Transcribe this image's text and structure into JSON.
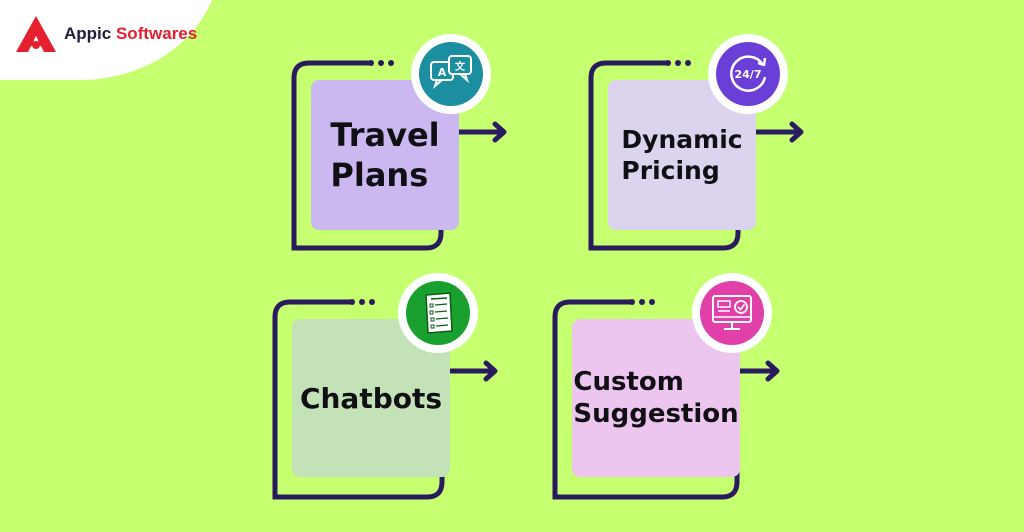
{
  "brand": {
    "name_part1": "Appic",
    "name_part2": "Softwares",
    "accent_color": "#e5202f",
    "text_color": "#1f1f3a"
  },
  "background_color": "#c6ff70",
  "outline_color": "#2a1a5e",
  "cards": [
    {
      "line1": "Travel",
      "line2": "Plans",
      "box_color": "#cbb8f0",
      "icon": "translate-chat-icon",
      "icon_color": "#1b8fa0"
    },
    {
      "line1": "Dynamic",
      "line2": "Pricing",
      "box_color": "#dcd4ef",
      "icon": "24-7-refresh-icon",
      "icon_color": "#6a3fd8",
      "icon_text": "24/7"
    },
    {
      "line1": "Chatbots",
      "line2": "",
      "box_color": "#c4e2b8",
      "icon": "checklist-document-icon",
      "icon_color": "#1aa02e"
    },
    {
      "line1": "Custom",
      "line2": "Suggestion",
      "box_color": "#ecc6ef",
      "icon": "monitor-check-icon",
      "icon_color": "#e040a8"
    }
  ]
}
